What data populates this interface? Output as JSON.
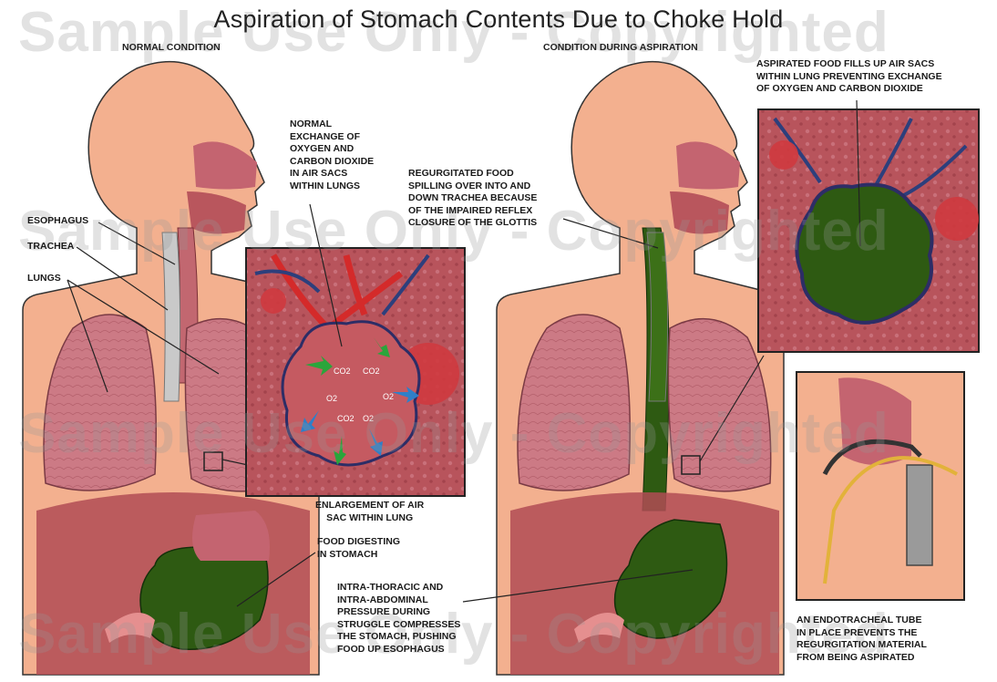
{
  "title": "Aspiration of Stomach Contents Due to Choke Hold",
  "headings": {
    "left": "NORMAL CONDITION",
    "right": "CONDITION DURING ASPIRATION"
  },
  "labels": {
    "esophagus": "ESOPHAGUS",
    "trachea": "TRACHEA",
    "lungs": "LUNGS",
    "normal_exchange": "NORMAL\nEXCHANGE OF\nOXYGEN AND\nCARBON DIOXIDE\nIN AIR SACS\nWITHIN LUNGS",
    "enlargement": "ENLARGEMENT OF AIR\nSAC WITHIN LUNG",
    "food_digesting": "FOOD DIGESTING\nIN STOMACH",
    "regurgitated": "REGURGITATED FOOD\nSPILLING OVER INTO AND\nDOWN TRACHEA BECAUSE\nOF THE IMPAIRED REFLEX\nCLOSURE OF THE GLOTTIS",
    "aspirated_food": "ASPIRATED FOOD FILLS UP AIR SACS\nWITHIN LUNG PREVENTING EXCHANGE\nOF OXYGEN AND CARBON DIOXIDE",
    "pressure": "INTRA-THORACIC AND\nINTRA-ABDOMINAL\nPRESSURE DURING\nSTRUGGLE COMPRESSES\nTHE STOMACH, PUSHING\nFOOD UP ESOPHAGUS",
    "endotracheal": "AN ENDOTRACHEAL TUBE\nIN PLACE PREVENTS THE\nREGURGITATION MATERIAL\nFROM BEING ASPIRATED"
  },
  "gas_labels": [
    "CO2",
    "CO2",
    "O2",
    "O2",
    "CO2",
    "O2"
  ],
  "watermark": "Sample Use Only - Copyrighted",
  "colors": {
    "skin": "#f3b08f",
    "lung": "#c56d7a",
    "tissue": "#b9565d",
    "food": "#2e5a12",
    "artery": "#d42a2a",
    "vein": "#2d3f7c",
    "arrow_o2": "#2aa53b",
    "arrow_co2": "#2f7fc8"
  }
}
